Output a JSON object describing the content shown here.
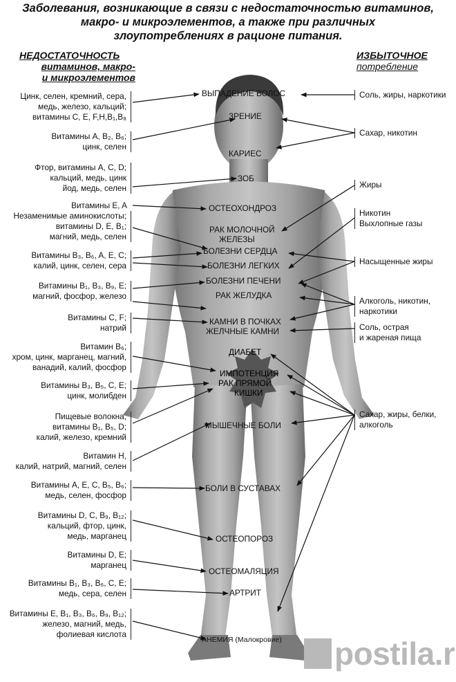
{
  "title": {
    "line1": "Заболевания, возникающие в связи с недостаточностью витаминов,",
    "line2": "макро- и микроэлементов, а также при различных",
    "line3": "злоупотреблениях в рационе питания."
  },
  "left_header": {
    "line1": "НЕДОСТАТОЧНОСТЬ",
    "line2": "витаминов, макро-",
    "line3": "и микроэлементов"
  },
  "right_header": {
    "line1": "ИЗБЫТОЧНОЕ",
    "line2": "потребление"
  },
  "deficiency": [
    {
      "lines": [
        "Цинк, селен, кремний, сера,",
        "медь, железо, кальций;",
        "витамины C, E, F,H,B₁,B₈"
      ]
    },
    {
      "lines": [
        "Витамины A, B₂, B₆;",
        "цинк, селен"
      ]
    },
    {
      "lines": [
        "Фтор, витамины A, C, D;",
        "кальций, медь, цинк",
        "йод, медь, селен"
      ]
    },
    {
      "lines": [
        "Витамины E, A"
      ]
    },
    {
      "lines": [
        "Незаменимые аминокислоты;",
        "витамины D, E, B₁;",
        "магний, медь, селен"
      ]
    },
    {
      "lines": [
        "Витамины B₃, B₆, A, E, C;",
        "калий, цинк, селен, сера"
      ]
    },
    {
      "lines": [
        "Витамины B₁, B₃, B₉, E;",
        "магний, фосфор, железо"
      ]
    },
    {
      "lines": [
        "Витамины C, F;",
        "натрий"
      ]
    },
    {
      "lines": [
        "Витамин B₆;",
        "хром, цинк, марганец, магний,",
        "ванадий, калий, фосфор"
      ]
    },
    {
      "lines": [
        "Витамины B₃, B₅, C, E;",
        "цинк, молибден"
      ]
    },
    {
      "lines": [
        "Пищевые волокна,",
        "витамины B₁, B₅, D;",
        "калий, железо, кремний"
      ]
    },
    {
      "lines": [
        "Витамин H,",
        "калий, натрий, магний, селен"
      ]
    },
    {
      "lines": [
        "Витамины A, E, C, B₅, B₆;",
        "медь, селен, фосфор"
      ]
    },
    {
      "lines": [
        "Витамины D, C, B₉, B₁₂;",
        "кальций, фтор, цинк,",
        "медь, марганец"
      ]
    },
    {
      "lines": [
        "Витамины D, E;",
        "марганец"
      ]
    },
    {
      "lines": [
        "Витамины B₁, B₃, B₆, C, E;",
        "медь, сера, селен"
      ]
    },
    {
      "lines": [
        "Витамины E, B₁, B₃, B₆, B₉, B₁₂;",
        "железо, магний, медь,",
        "фолиевая кислота"
      ]
    }
  ],
  "diseases": [
    {
      "text": "ВЫПАДЕНИЕ ВОЛОС"
    },
    {
      "text": "ЗРЕНИЕ"
    },
    {
      "text": "КАРИЕС"
    },
    {
      "text": "ЗОБ"
    },
    {
      "text": "ОСТЕОХОНДРОЗ"
    },
    {
      "text": "РАК  МОЛОЧНОЙ"
    },
    {
      "text": "ЖЕЛЕЗЫ"
    },
    {
      "text": "БОЛЕЗНИ  СЕРДЦА"
    },
    {
      "text": "БОЛЕЗНИ ЛЕГКИХ"
    },
    {
      "text": "БОЛЕЗНИ ПЕЧЕНИ"
    },
    {
      "text": "РАК ЖЕЛУДКА"
    },
    {
      "text": "КАМНИ В ПОЧКАХ"
    },
    {
      "text": "ЖЕЛЧНЫЕ  КАМНИ"
    },
    {
      "text": "ДИАБЕТ"
    },
    {
      "text": "ИМПОТЕНЦИЯ"
    },
    {
      "text": "РАК  ПРЯМОЙ"
    },
    {
      "text": "КИШКИ"
    },
    {
      "text": "МЫШЕЧНЫЕ БОЛИ"
    },
    {
      "text": "БОЛИ В СУСТАВАХ"
    },
    {
      "text": "ОСТЕОПОРОЗ"
    },
    {
      "text": "ОСТЕОМАЛЯЦИЯ"
    },
    {
      "text": "АРТРИТ"
    },
    {
      "text": "АНЕМИЯ (Малокровие)"
    }
  ],
  "excess": [
    {
      "lines": [
        "Соль, жиры, наркотики"
      ]
    },
    {
      "lines": [
        "Сахар, никотин"
      ]
    },
    {
      "lines": [
        "Жиры"
      ]
    },
    {
      "lines": [
        "Никотин",
        "Выхлопные газы"
      ]
    },
    {
      "lines": [
        "Насыщенные жиры"
      ]
    },
    {
      "lines": [
        "Алкоголь, никотин,",
        "наркотики"
      ]
    },
    {
      "lines": [
        "Соль, острая",
        "и жареная пища"
      ]
    },
    {
      "lines": [
        "Сахар, жиры, белки,",
        "алкоголь"
      ]
    }
  ],
  "watermark": "postila.ru",
  "colors": {
    "text": "#111111",
    "body": "#8a8a8a",
    "watermark": "#b9b9b9"
  }
}
